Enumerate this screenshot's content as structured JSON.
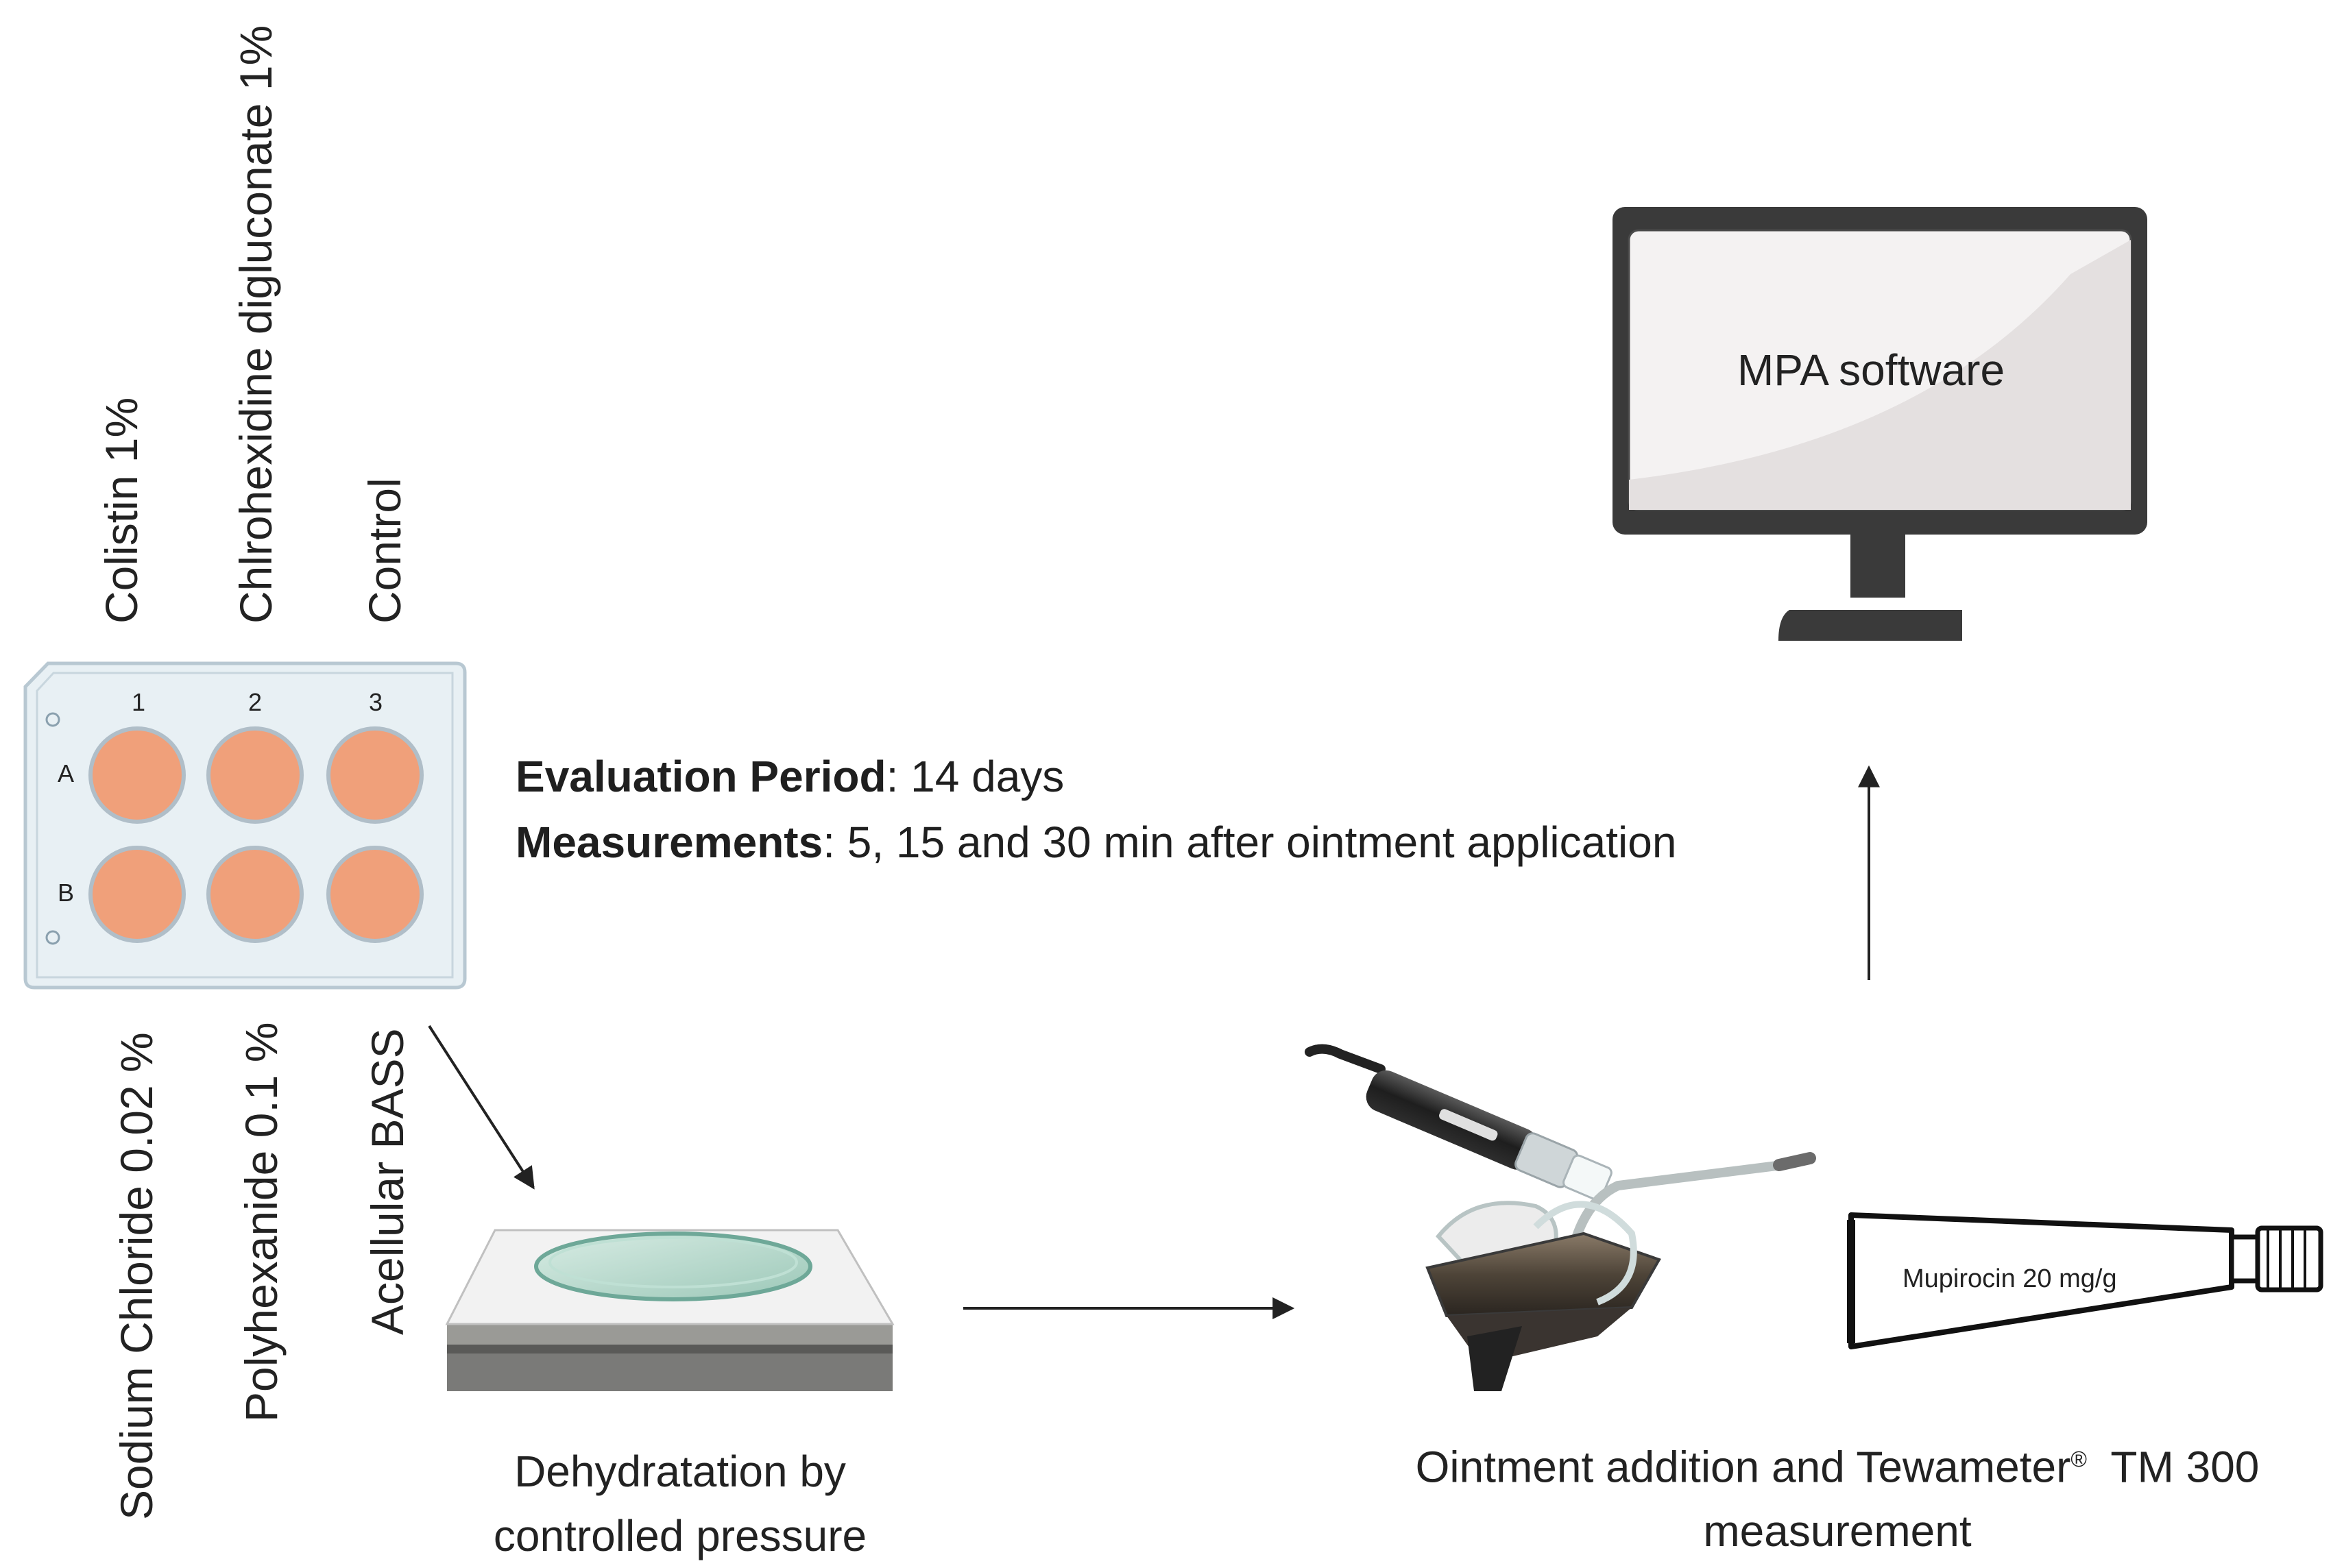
{
  "plate": {
    "columns": [
      "1",
      "2",
      "3"
    ],
    "rows": [
      "A",
      "B"
    ],
    "top_labels": [
      "Colistin 1%",
      "Chlrohexidine digluconate 1%",
      "Control"
    ],
    "bottom_labels": [
      "Sodium Chloride 0.02 %",
      "Polyhexanide 0.1 %",
      "Acellular BASS"
    ],
    "well_color": "#f0a07a"
  },
  "info": {
    "evaluation_label": "Evaluation Period",
    "evaluation_value": ": 14 days",
    "measurements_label": "Measurements",
    "measurements_value": ": 5, 15 and 30 min after ointment application"
  },
  "monitor": {
    "screen_text": "MPA software"
  },
  "tube": {
    "label": "Mupirocin 20 mg/g"
  },
  "captions": {
    "dehydration_line1": "Dehydratation by",
    "dehydration_line2": "controlled pressure",
    "tewameter_line1": "Ointment addition and Tewameter",
    "tewameter_reg": "®",
    "tewameter_line1_end": "  TM 300",
    "tewameter_line2": "measurement"
  }
}
